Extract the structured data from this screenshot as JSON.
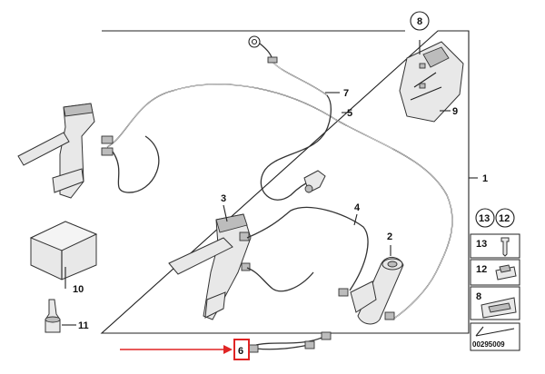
{
  "callouts": {
    "c1": "1",
    "c2": "2",
    "c3": "3",
    "c4": "4",
    "c5": "5",
    "c6": "6",
    "c7": "7",
    "c8": "8",
    "c9": "9",
    "c10": "10",
    "c11": "11",
    "c12": "12",
    "c13": "13"
  },
  "legend": {
    "items": [
      {
        "label": "13"
      },
      {
        "label": "12"
      },
      {
        "label": "8"
      }
    ]
  },
  "diagram_number": "00295009",
  "colors": {
    "highlight_arrow": "#e02424",
    "highlight_box": "#e02424"
  }
}
